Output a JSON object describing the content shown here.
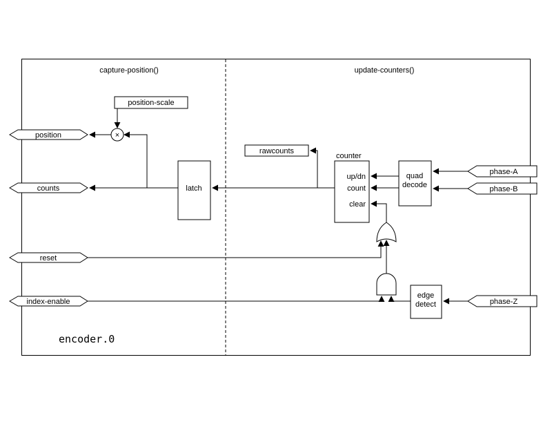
{
  "diagram": {
    "component_title": "encoder.0",
    "left_section_label": "capture-position()",
    "right_section_label": "update-counters()",
    "blocks": {
      "position_scale": "position-scale",
      "latch": "latch",
      "rawcounts": "rawcounts",
      "counter": "counter",
      "quad_line1": "quad",
      "quad_line2": "decode",
      "edge_line1": "edge",
      "edge_line2": "detect"
    },
    "counter_ports": {
      "updn": "up/dn",
      "count": "count",
      "clear": "clear"
    },
    "pins": {
      "position": "position",
      "counts": "counts",
      "reset": "reset",
      "index_enable": "index-enable",
      "phase_a": "phase-A",
      "phase_b": "phase-B",
      "phase_z": "phase-Z"
    },
    "symbols": {
      "multiply": "×"
    },
    "colors": {
      "stroke": "#000000",
      "background": "#ffffff"
    }
  }
}
